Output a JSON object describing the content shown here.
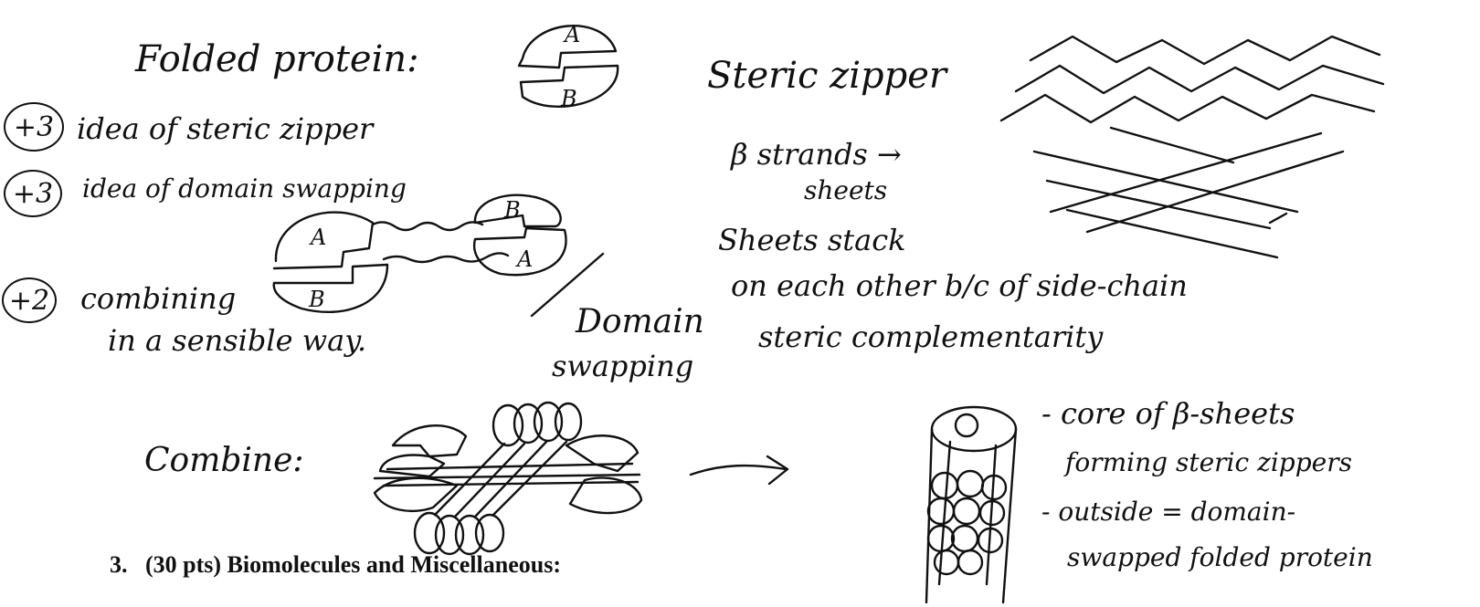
{
  "left": {
    "folded_protein": "Folded protein:",
    "points": [
      "+3",
      "+3",
      "+2"
    ],
    "idea_steric_zipper": "idea of steric zipper",
    "idea_domain_swapping": "idea of domain swapping",
    "combining_1": "combining",
    "combining_2": "in a sensible way.",
    "domain_swapping_1": "Domain",
    "domain_swapping_2": "swapping",
    "combine": "Combine:"
  },
  "diagram_labels": {
    "domain_a": "A",
    "domain_b": "B"
  },
  "right": {
    "steric_zipper": "Steric zipper",
    "beta_strands": "β strands →",
    "sheets": "sheets",
    "sheets_stack": "Sheets stack",
    "side_chain_line": "on each other b/c of side-chain",
    "steric_complementarity": "steric complementarity",
    "core_1": "- core of β-sheets",
    "core_2": "forming steric zippers",
    "core_3": "- outside = domain-",
    "core_4": "swapped folded protein"
  },
  "question": {
    "number": "3.",
    "text": "(30 pts) Biomolecules and Miscellaneous:"
  }
}
